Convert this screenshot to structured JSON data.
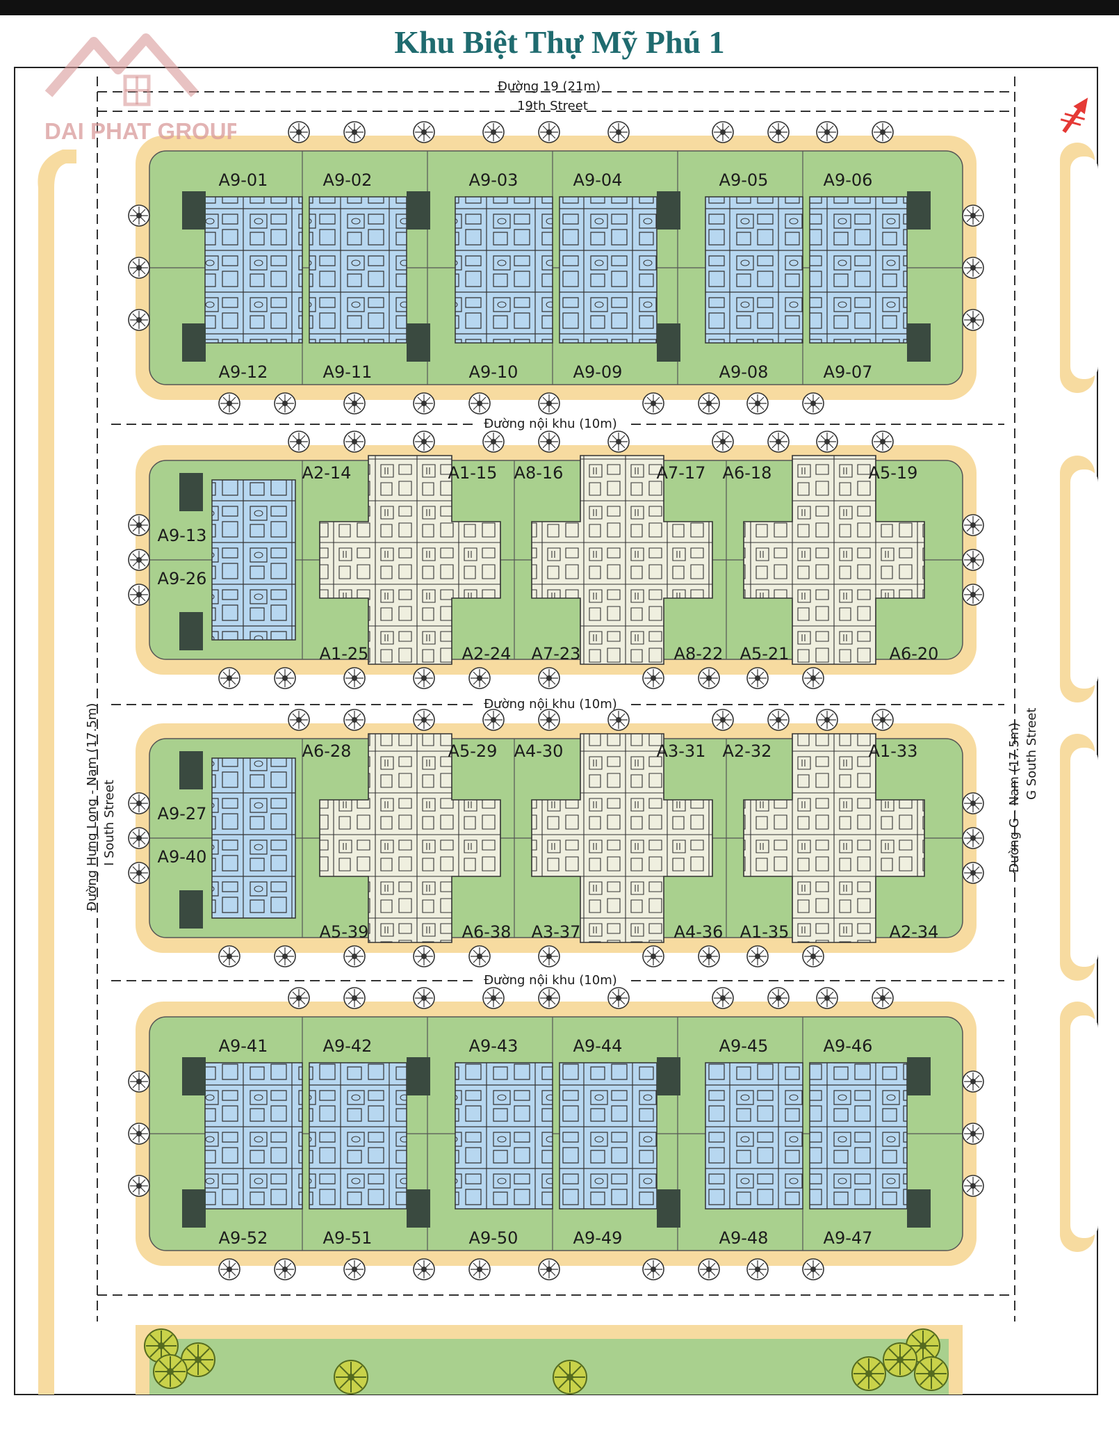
{
  "title": "Khu Biệt Thự Mỹ Phú 1",
  "logo_text": "DAI PHAT GROUP",
  "colors": {
    "green": "#a9d08e",
    "sand": "#f7dba0",
    "blue": "#b7d7f0",
    "cream": "#efefdf",
    "dark": "#3a4a40",
    "lines": "#444444",
    "text": "#1c1c1c",
    "logo": "#d99a9a"
  },
  "roads": {
    "north_line1": "Đường 19 (21m)",
    "north_line2": "19th Street",
    "inner_1": "Đường nội khu (10m)",
    "inner_2": "Đường nội khu (10m)",
    "inner_3": "Đường nội khu (10m)",
    "west_line1": "Đường Hưng Long - Nam (17.5m)",
    "west_line2": "I South Street",
    "east_line1": "Đường G - Nam (17.5m)",
    "east_line2": "G South Street"
  },
  "blocks": [
    {
      "top": [
        "A9-01",
        "A9-02",
        "A9-03",
        "A9-04",
        "A9-05",
        "A9-06"
      ],
      "bottom": [
        "A9-12",
        "A9-11",
        "A9-10",
        "A9-09",
        "A9-08",
        "A9-07"
      ]
    },
    {
      "left_top": "A9-13",
      "left_bottom": "A9-26",
      "top": [
        "A2-14",
        "A1-15",
        "A8-16",
        "A7-17",
        "A6-18",
        "A5-19"
      ],
      "bottom": [
        "A1-25",
        "A2-24",
        "A7-23",
        "A8-22",
        "A5-21",
        "A6-20"
      ]
    },
    {
      "left_top": "A9-27",
      "left_bottom": "A9-40",
      "top": [
        "A6-28",
        "A5-29",
        "A4-30",
        "A3-31",
        "A2-32",
        "A1-33"
      ],
      "bottom": [
        "A5-39",
        "A6-38",
        "A3-37",
        "A4-36",
        "A1-35",
        "A2-34"
      ]
    },
    {
      "top": [
        "A9-41",
        "A9-42",
        "A9-43",
        "A9-44",
        "A9-45",
        "A9-46"
      ],
      "bottom": [
        "A9-52",
        "A9-51",
        "A9-50",
        "A9-49",
        "A9-48",
        "A9-47"
      ]
    }
  ]
}
